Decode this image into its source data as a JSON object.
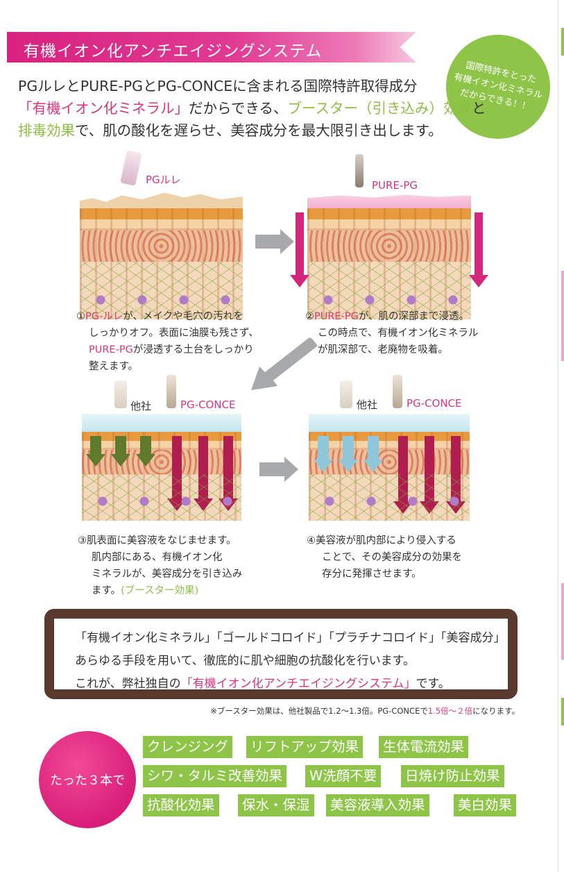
{
  "header": {
    "title": "有機イオン化アンチエイジングシステム",
    "badge_lines": [
      "国際特許をとった",
      "有機イオン化ミネラル",
      "だからできる！！"
    ]
  },
  "intro": {
    "line1": "PGルレとPURE-PGとPG-CONCEに含まれる国際特許取得成分",
    "line2_highlight1": "「有機イオン化ミネラル」",
    "line2_mid": "だからできる、",
    "line2_highlight2": "ブースター（引き込み）効果",
    "line2_end": "と",
    "line3_highlight": "排毒効果",
    "line3_rest": "で、肌の酸化を遅らせ、美容成分を最大限引き出します。"
  },
  "steps": {
    "s1_label": "PGルレ",
    "s2_label": "PURE-PG",
    "s3_other": "他社",
    "s3_label": "PG-CONCE",
    "s4_other": "他社",
    "s4_label": "PG-CONCE",
    "c1_num": "①",
    "c1_hl": "PG-ルレ",
    "c1_a": "が、メイクや毛穴の汚れを",
    "c1_b": "しっかりオフ。表面に油膜も残さず、",
    "c1_hl2": "PURE-PG",
    "c1_c": "が浸透する土台をしっかり",
    "c1_d": "整えます。",
    "c2_num": "②",
    "c2_hl": "PURE-PG",
    "c2_a": "が、肌の深部まで浸透。",
    "c2_b": "この時点で、有機イオン化ミネラル",
    "c2_c": "が肌深部で、老廃物を吸着。",
    "c3_a": "③肌表面に美容液をなじませます。",
    "c3_b": "肌内部にある、有機イオン化",
    "c3_c": "ミネラルが、美容成分を引き込み",
    "c3_d": "ます。",
    "c3_hl": "(ブースター効果)",
    "c4_a": "④美容液が肌内部により侵入する",
    "c4_b": "ことで、その美容成分の効果を",
    "c4_c": "存分に発揮させます。"
  },
  "summary": {
    "line1": "「有機イオン化ミネラル」「ゴールドコロイド」「プラチナコロイド」「美容成分」",
    "line2": "あらゆる手段を用いて、徹底的に肌や細胞の抗酸化を行います。",
    "line3_a": "これが、弊社独自の",
    "line3_hl": "「有機イオン化アンチエイジングシステム」",
    "line3_b": "です。"
  },
  "note": {
    "text": "※ブースター効果は、他社製品で1.2～1.3倍。PG-CONCEで",
    "hl": "1.5倍～２倍",
    "end": "になります。"
  },
  "benefits": {
    "circle": "たった３本で",
    "tags": [
      "クレンジング",
      "リフトアップ効果",
      "生体電流効果",
      "シワ・タルミ改善効果",
      "W洗顔不要",
      "日焼け防止効果",
      "抗酸化効果",
      "保水・保湿",
      "美容液導入効果",
      "美白効果"
    ]
  },
  "colors": {
    "pink": "#e0327e",
    "green": "#8ec549",
    "brown_frame": "#5a3a2e"
  }
}
